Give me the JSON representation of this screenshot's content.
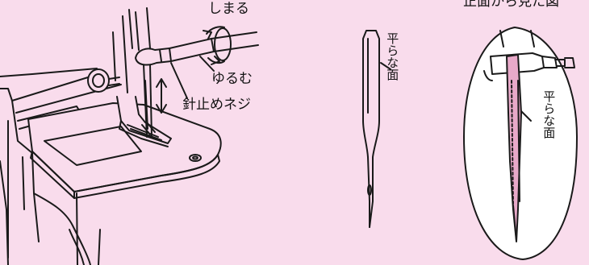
{
  "labels": {
    "tighten": "しまる",
    "loosen": "ゆるむ",
    "needle_screw": "針止めネジ",
    "front_view": "正面から見た図",
    "flat_side": "平らな面",
    "flat_side_detail": "平らな面"
  },
  "colors": {
    "background": "#f9dcec",
    "line": "#1a1a1a",
    "flat_face_fill": "#e8a9c9",
    "panel_fill": "#ffffff"
  }
}
